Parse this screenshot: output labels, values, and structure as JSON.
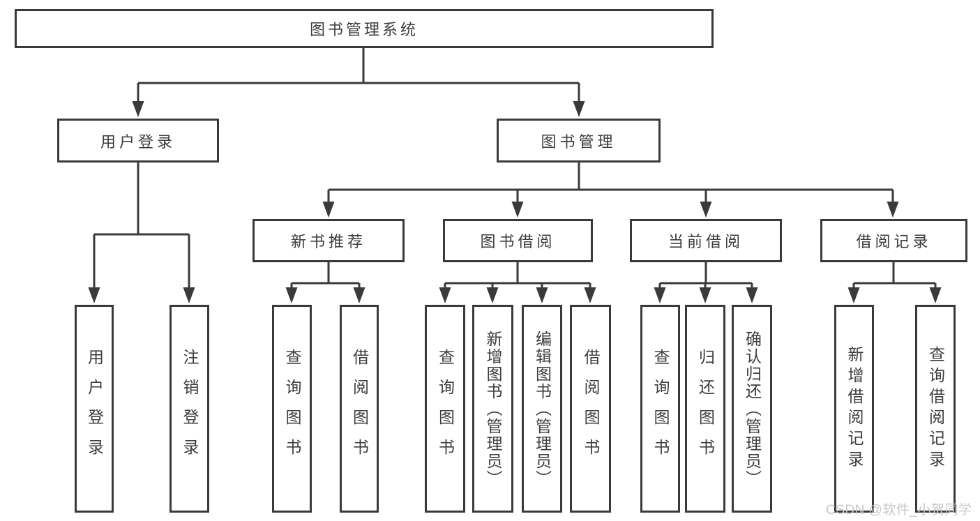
{
  "colors": {
    "line": "#3a3a3a",
    "text": "#3d3d3d",
    "box_fill": "#ffffff",
    "watermark": "#c8c8c8"
  },
  "watermark": {
    "text": "CSDN @软件_小贺同学"
  },
  "diagram": {
    "root": {
      "label": "图书管理系统"
    },
    "branches": [
      {
        "label": "用户登录",
        "children": [
          {
            "label": "用户登录"
          },
          {
            "label": "注销登录"
          }
        ]
      },
      {
        "label": "图书管理",
        "children": [
          {
            "label": "新书推荐",
            "children": [
              {
                "label": "查询图书"
              },
              {
                "label": "借阅图书"
              }
            ]
          },
          {
            "label": "图书借阅",
            "children": [
              {
                "label": "查询图书"
              },
              {
                "label": "新增图书（管理员）"
              },
              {
                "label": "编辑图书（管理员）"
              },
              {
                "label": "借阅图书"
              }
            ]
          },
          {
            "label": "当前借阅",
            "children": [
              {
                "label": "查询图书"
              },
              {
                "label": "归还图书"
              },
              {
                "label": "确认归还（管理员）"
              }
            ]
          },
          {
            "label": "借阅记录",
            "children": [
              {
                "label": "新增借阅记录"
              },
              {
                "label": "查询借阅记录"
              }
            ]
          }
        ]
      }
    ]
  }
}
